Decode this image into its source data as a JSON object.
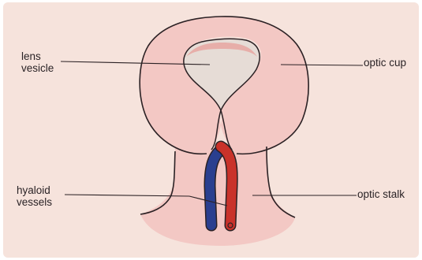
{
  "labels": {
    "lens_vesicle": [
      "lens",
      "vesicle"
    ],
    "hyaloid_vessels": [
      "hyaloid",
      "vessels"
    ],
    "optic_cup": "optic cup",
    "optic_stalk": "optic stalk"
  },
  "colors": {
    "background": "#f6e3dc",
    "tissue": "#f3c8c4",
    "lens": "#e6dcd6",
    "lens_rim": "#e7aea9",
    "vein": "#2a3f8f",
    "artery": "#c9322a",
    "outline": "#2b2124"
  }
}
